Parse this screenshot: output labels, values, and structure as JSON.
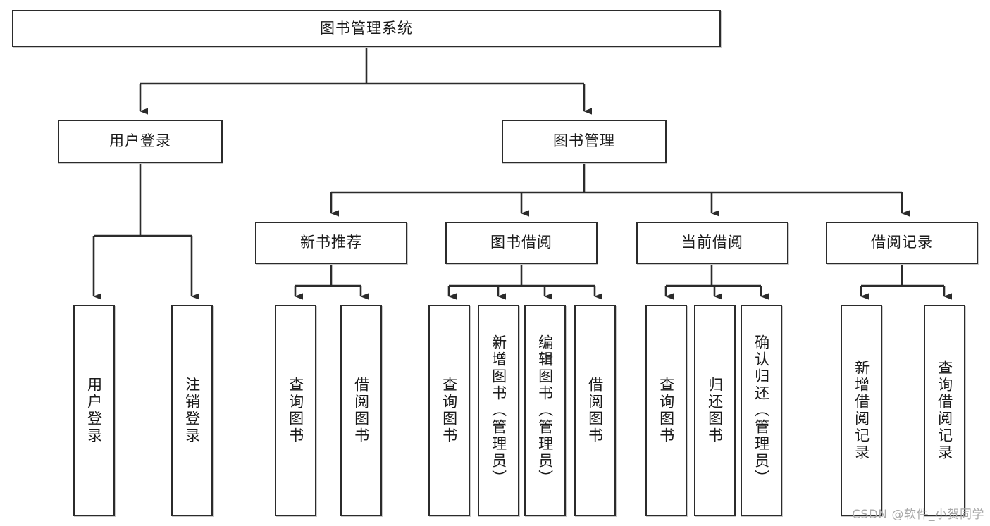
{
  "diagram": {
    "title": "图书管理系统",
    "watermark": "CSDN @软件_小贺同学",
    "colors": {
      "box_border": "#2b2b2b",
      "box_fill": "#ffffff",
      "edge": "#2b2b2b",
      "text": "#1a1a1a",
      "watermark": "#a8a8a8",
      "background": "#ffffff"
    },
    "root": {
      "label": "图书管理系统"
    },
    "level2": [
      {
        "label": "用户登录"
      },
      {
        "label": "图书管理"
      }
    ],
    "level3": [
      {
        "label": "新书推荐"
      },
      {
        "label": "图书借阅"
      },
      {
        "label": "当前借阅"
      },
      {
        "label": "借阅记录"
      }
    ],
    "leaves": {
      "user_login": [
        {
          "label": "用户登录"
        },
        {
          "label": "注销登录"
        }
      ],
      "new_book_recommend": [
        {
          "label": "查询图书"
        },
        {
          "label": "借阅图书"
        }
      ],
      "book_borrow": [
        {
          "label": "查询图书"
        },
        {
          "label": "新增图书（管理员）"
        },
        {
          "label": "编辑图书（管理员）"
        },
        {
          "label": "借阅图书"
        }
      ],
      "current_borrow": [
        {
          "label": "查询图书"
        },
        {
          "label": "归还图书"
        },
        {
          "label": "确认归还（管理员）"
        }
      ],
      "borrow_records": [
        {
          "label": "新增借阅记录"
        },
        {
          "label": "查询借阅记录"
        }
      ]
    }
  }
}
